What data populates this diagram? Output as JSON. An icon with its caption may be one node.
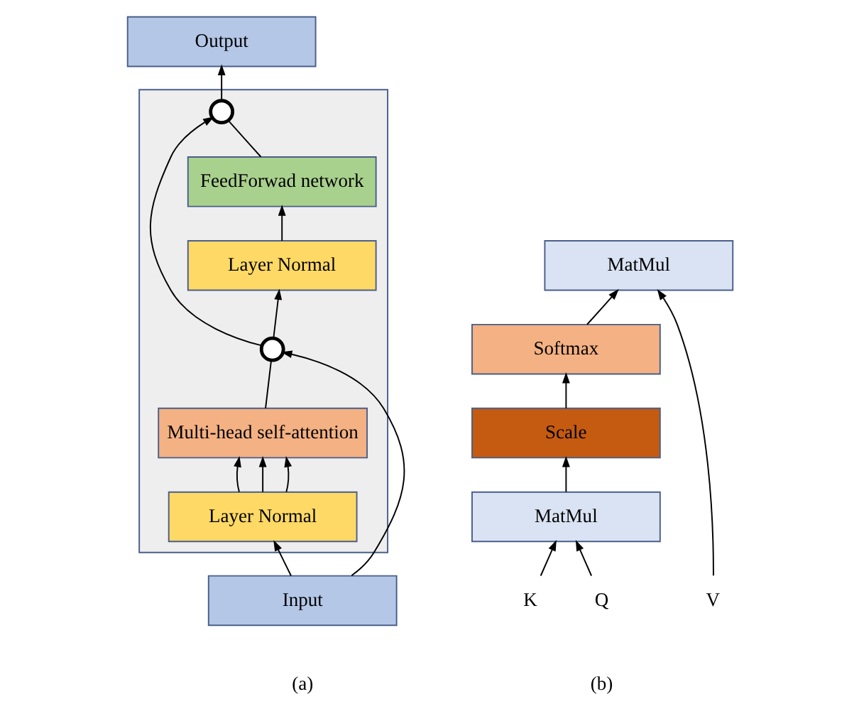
{
  "diagram": {
    "nodes": [
      {
        "text": [
          "Output"
        ]
      },
      {
        "text": [],
        "shape": "box"
      },
      {
        "text": [],
        "shape": "circle",
        "in": 1
      },
      {
        "text": [
          "FeedForwad network"
        ],
        "in": 1
      },
      {
        "text": [
          "Layer Normal"
        ],
        "in": 1
      },
      {
        "text": [],
        "shape": "circle",
        "in": 1
      },
      {
        "text": [
          "Multi-head self-attention"
        ],
        "in": 1
      },
      {
        "text": [
          "Layer Normal"
        ],
        "in": 1
      },
      {
        "text": [
          "Input"
        ]
      },
      {
        "text": [
          "MatMul"
        ]
      },
      {
        "text": [
          "Softmax"
        ]
      },
      {
        "text": [
          "Scale"
        ]
      },
      {
        "text": [
          "MatMul"
        ]
      },
      {
        "text": [
          "K"
        ]
      },
      {
        "text": [
          "Q"
        ]
      },
      {
        "text": [
          "V"
        ]
      }
    ],
    "edges": [
      {
        "from": 8,
        "to": 7,
        "arrow": "to"
      },
      {
        "from": 8,
        "to": 5,
        "arrow": "to"
      },
      {
        "from": 7,
        "to": 6,
        "arrow": "to"
      },
      {
        "from": 7,
        "to": 6,
        "arrow": "to"
      },
      {
        "from": 7,
        "to": 6,
        "arrow": "to"
      },
      {
        "from": 6,
        "to": 5,
        "arrow": "none"
      },
      {
        "from": 5,
        "to": 4,
        "arrow": "to"
      },
      {
        "from": 5,
        "to": 2,
        "arrow": "to"
      },
      {
        "from": 4,
        "to": 3,
        "arrow": "to"
      },
      {
        "from": 3,
        "to": 2,
        "arrow": "none"
      },
      {
        "from": 2,
        "to": 0,
        "arrow": "to"
      },
      {
        "from": 12,
        "to": 11,
        "arrow": "to"
      },
      {
        "from": 11,
        "to": 10,
        "arrow": "to"
      },
      {
        "from": 10,
        "to": 9,
        "arrow": "to"
      },
      {
        "from": 13,
        "to": 12,
        "arrow": "to"
      },
      {
        "from": 14,
        "to": 12,
        "arrow": "to"
      },
      {
        "from": 15,
        "to": 9,
        "arrow": "to"
      }
    ],
    "labels": [
      "(a)",
      "(b)"
    ]
  }
}
